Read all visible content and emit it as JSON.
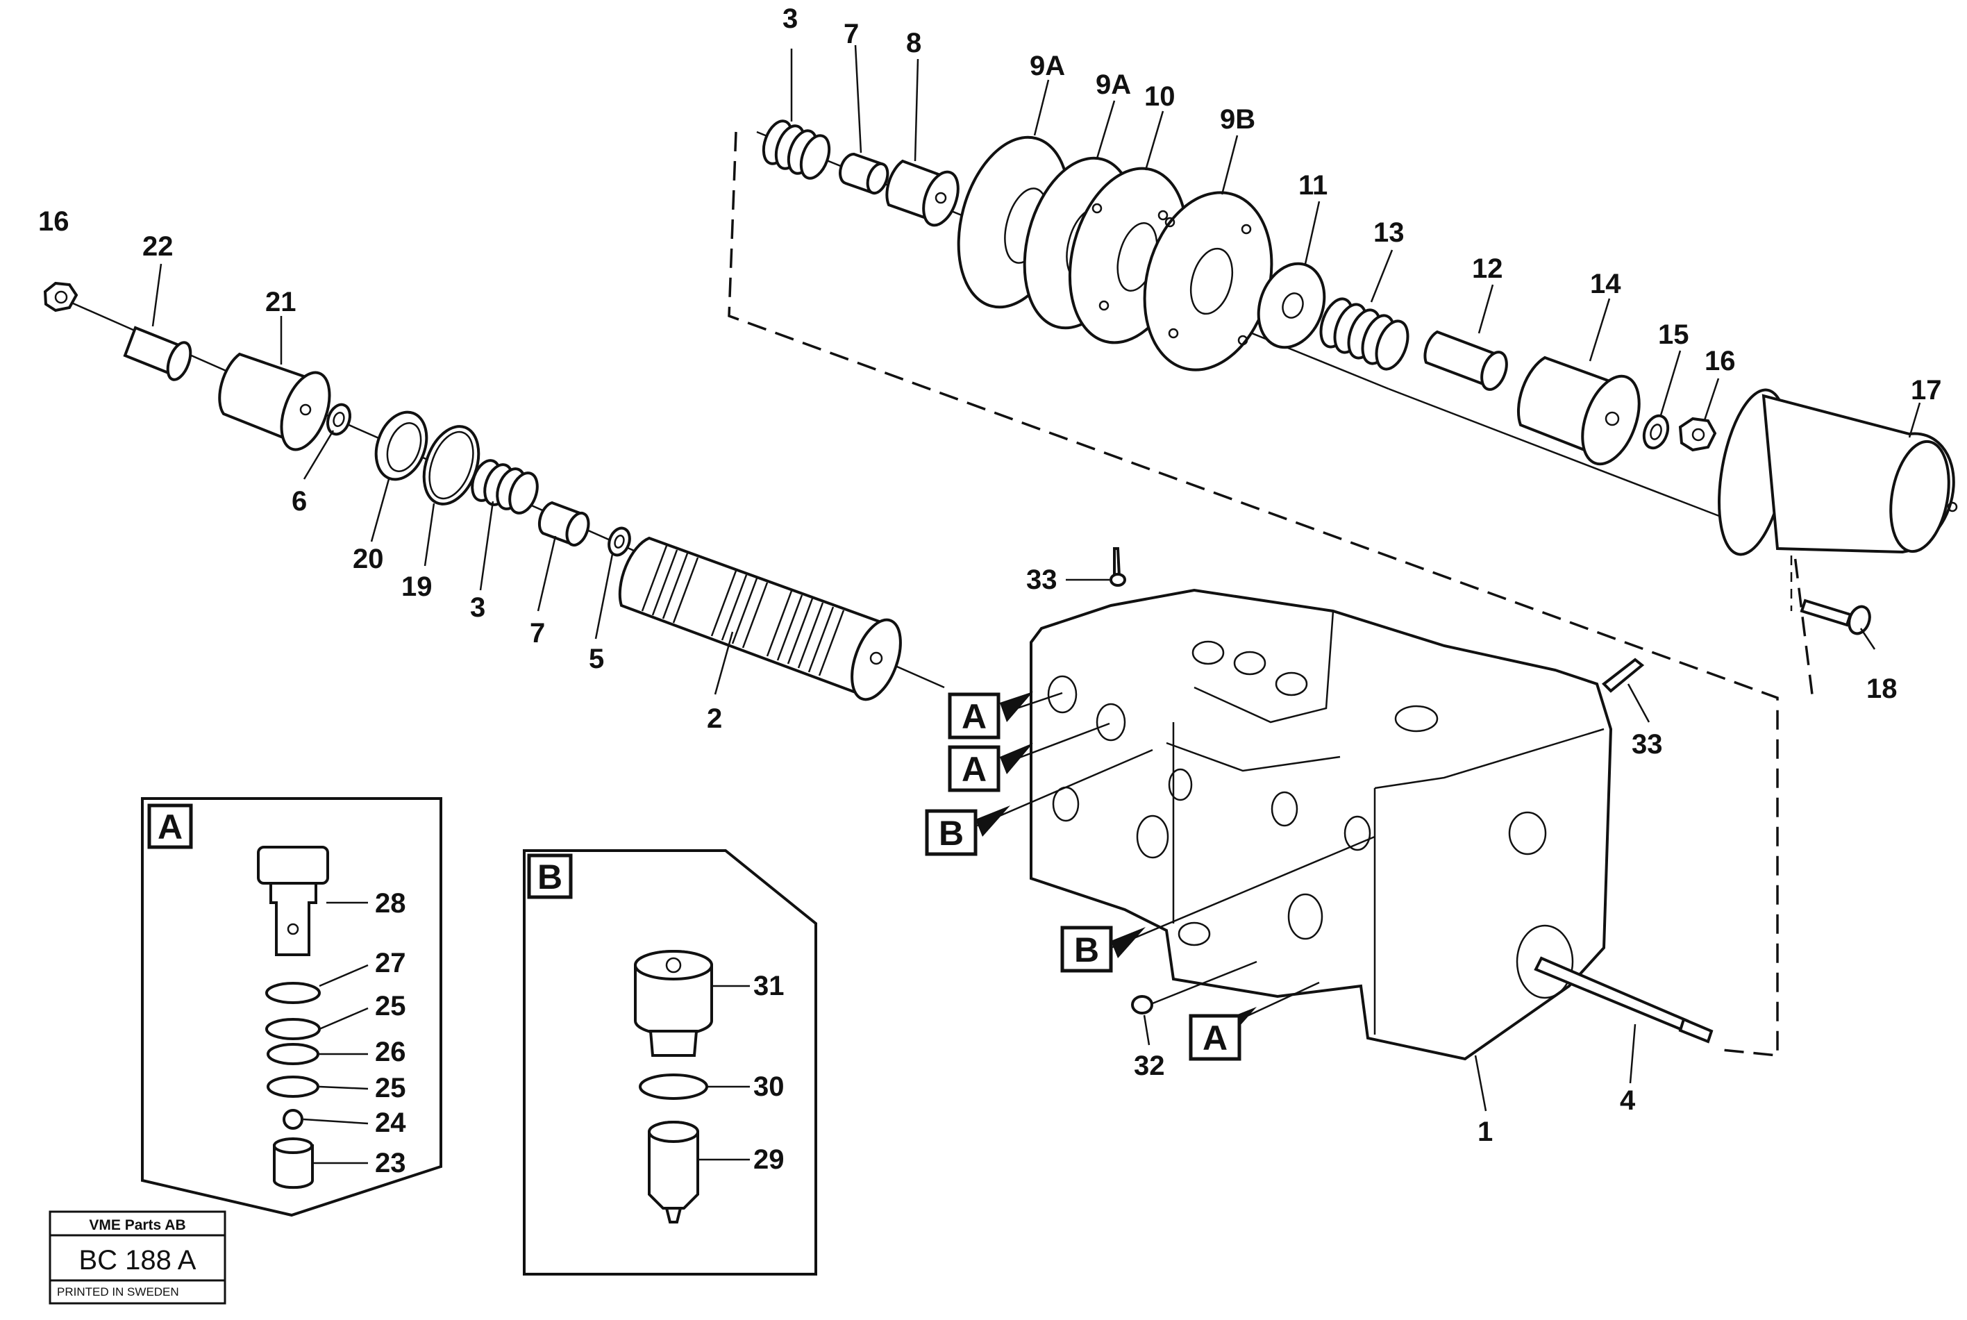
{
  "figure": {
    "sheet_id": "BC 188 A",
    "publisher": "VME Parts AB",
    "imprint": "PRINTED IN SWEDEN"
  },
  "callouts": {
    "p1": "1",
    "p2": "2",
    "p3a": "3",
    "p3b": "3",
    "p4": "4",
    "p5": "5",
    "p6": "6",
    "p7a": "7",
    "p7b": "7",
    "p8": "8",
    "p9a1": "9A",
    "p9a2": "9A",
    "p9b": "9B",
    "p10": "10",
    "p11": "11",
    "p12": "12",
    "p13": "13",
    "p14": "14",
    "p15": "15",
    "p16a": "16",
    "p16b": "16",
    "p17": "17",
    "p18": "18",
    "p19": "19",
    "p20": "20",
    "p21": "21",
    "p22": "22",
    "p23": "23",
    "p24": "24",
    "p25a": "25",
    "p25b": "25",
    "p26": "26",
    "p27": "27",
    "p28": "28",
    "p29": "29",
    "p30": "30",
    "p31": "31",
    "p32": "32",
    "p33a": "33",
    "p33b": "33"
  },
  "view_markers": {
    "a1": "A",
    "a2": "A",
    "a3": "A",
    "b1": "B",
    "b2": "B",
    "detail_a": "A",
    "detail_b": "B"
  }
}
